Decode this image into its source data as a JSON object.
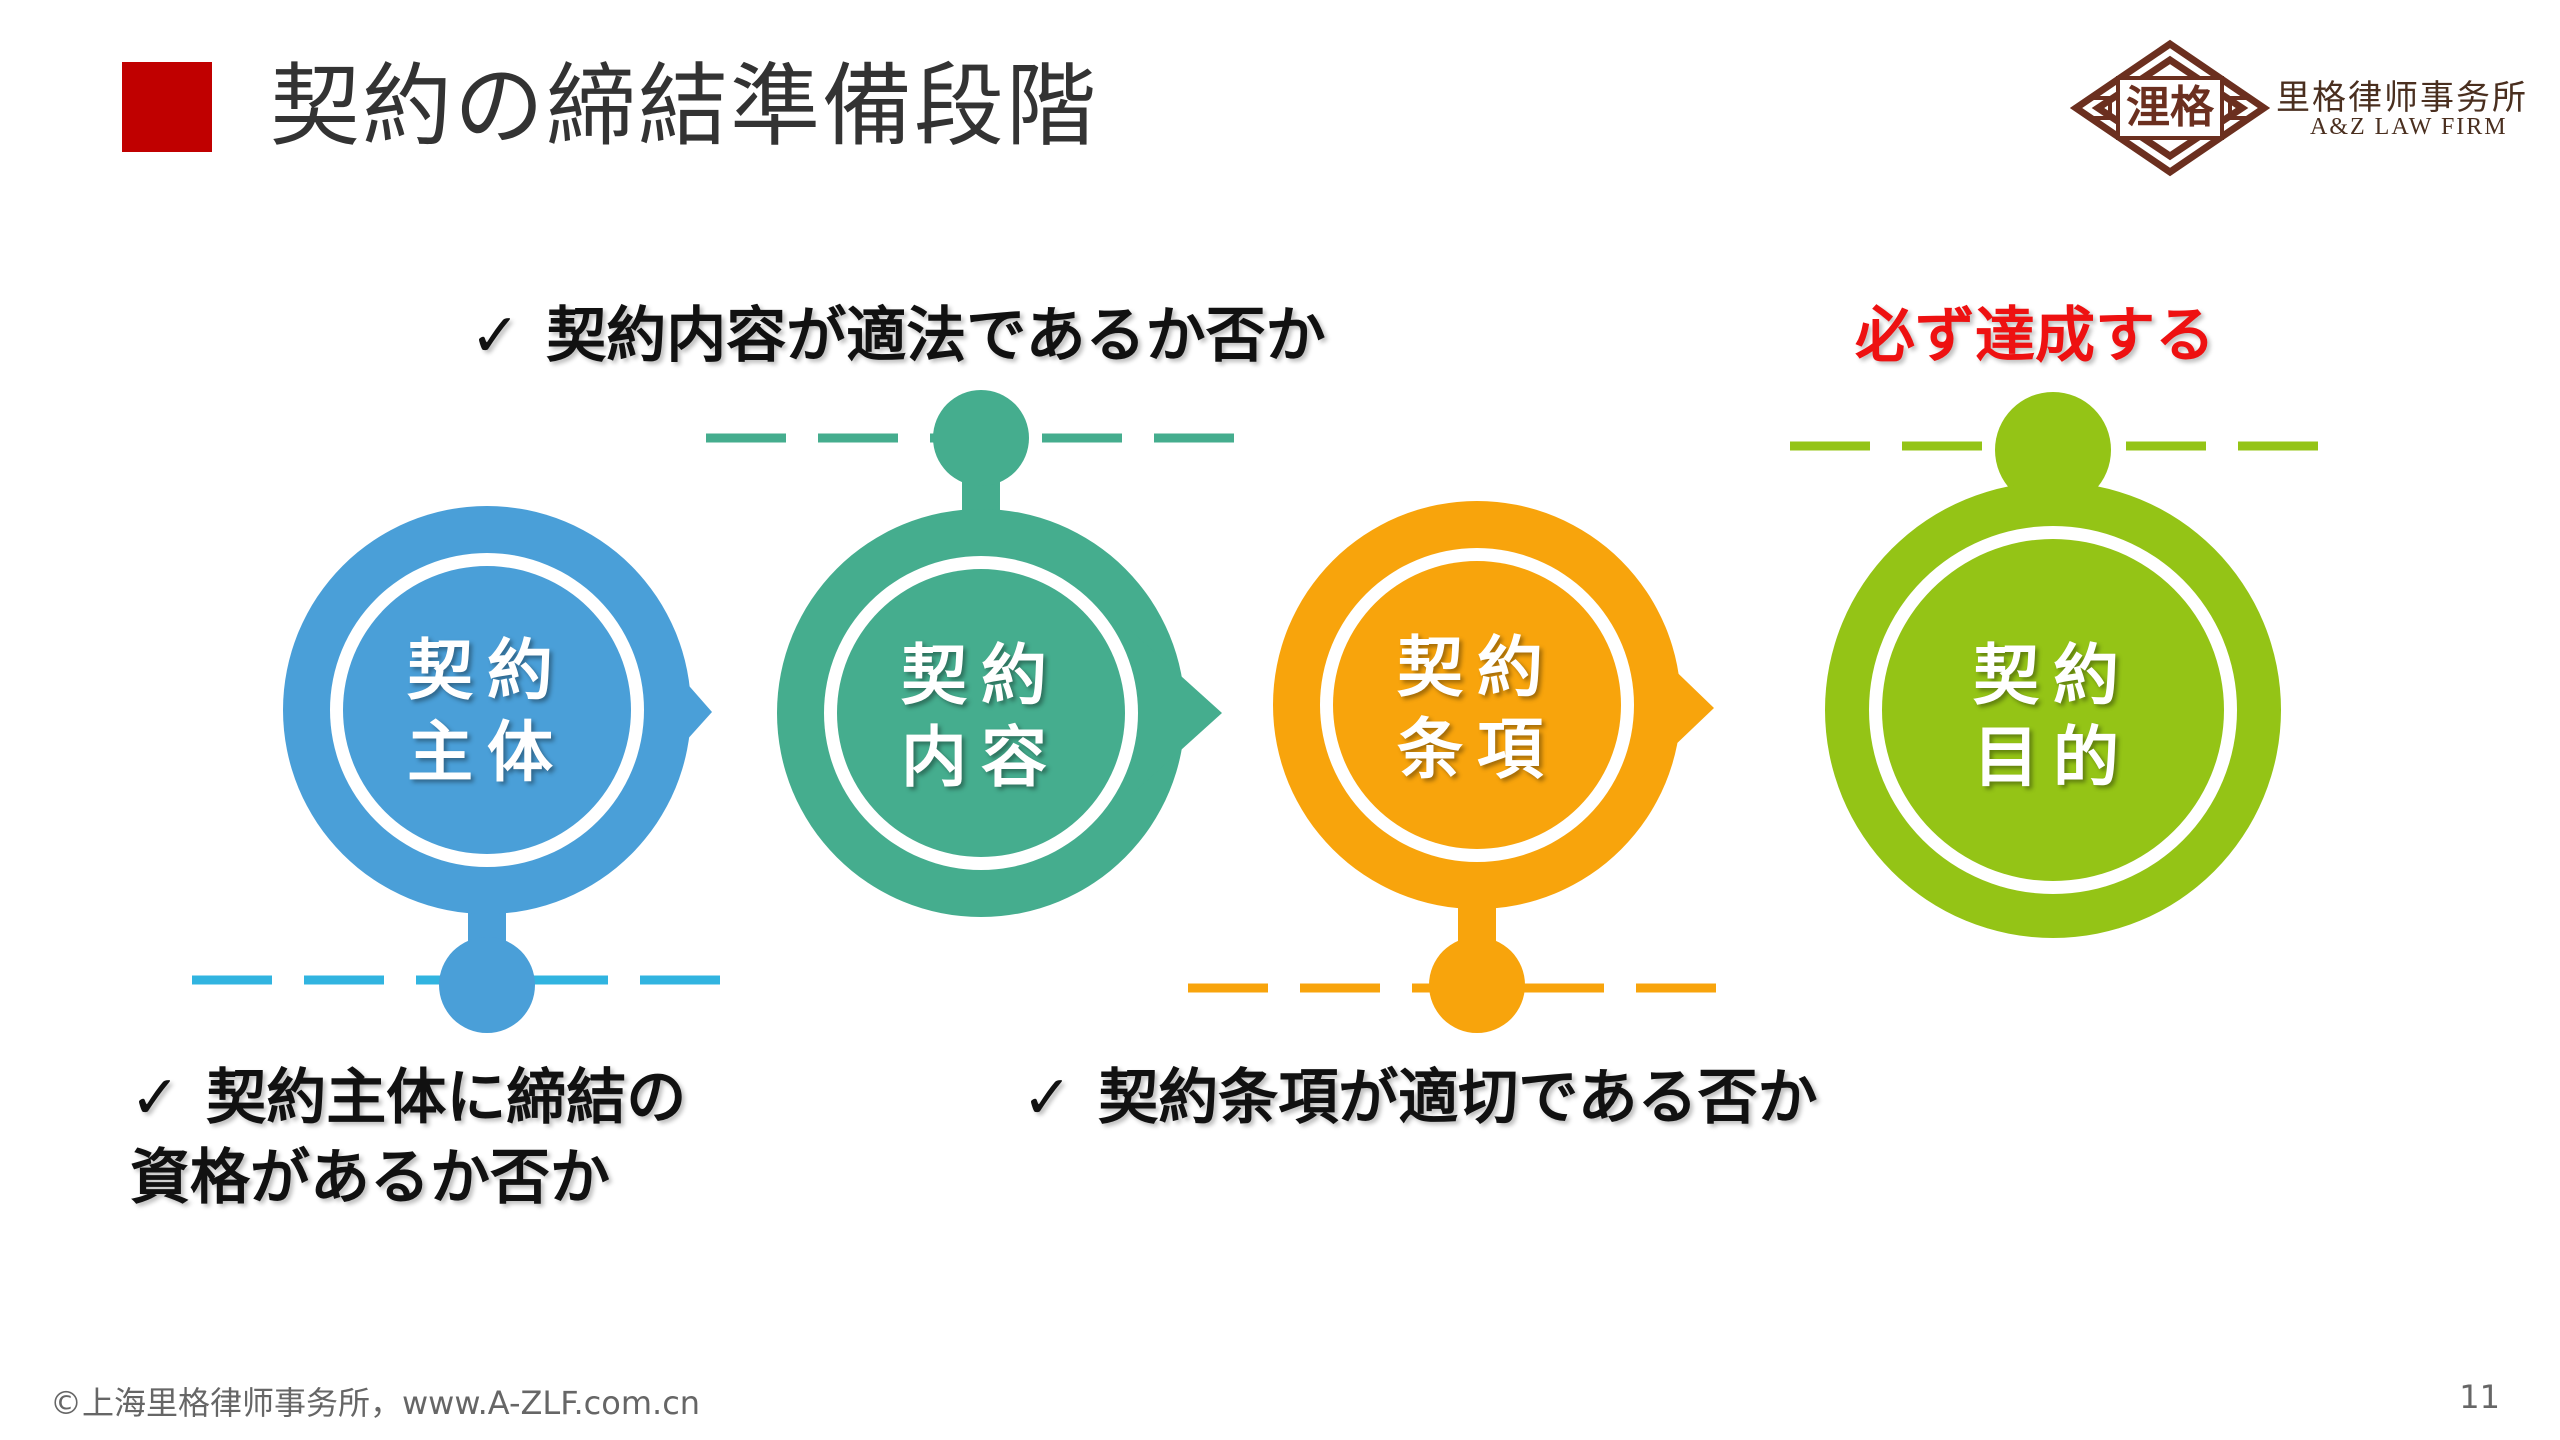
{
  "header": {
    "title": "契約の締結準備段階",
    "logo_seal_text": "浬格",
    "firm_name_cn": "里格律师事务所",
    "firm_name_en": "A&Z LAW FIRM"
  },
  "diagram": {
    "nodes": [
      {
        "line1": "契約",
        "line2": "主体",
        "color": "#4a9fd8"
      },
      {
        "line1": "契約",
        "line2": "内容",
        "color": "#45ad8e"
      },
      {
        "line1": "契約",
        "line2": "条項",
        "color": "#f8a40c"
      },
      {
        "line1": "契約",
        "line2": "目的",
        "color": "#94c416"
      }
    ],
    "captions": {
      "content": "契約内容が適法であるか否か",
      "goal": "必ず達成する",
      "subject_line1": "契約主体に締結の",
      "subject_line2": "資格があるか否か",
      "terms": "契約条項が適切である否か"
    },
    "check_mark": "✓",
    "goal_color": "#ee1111"
  },
  "footer": {
    "copyright": "©上海里格律师事务所，www.A-ZLF.com.cn",
    "page_number": "11"
  }
}
